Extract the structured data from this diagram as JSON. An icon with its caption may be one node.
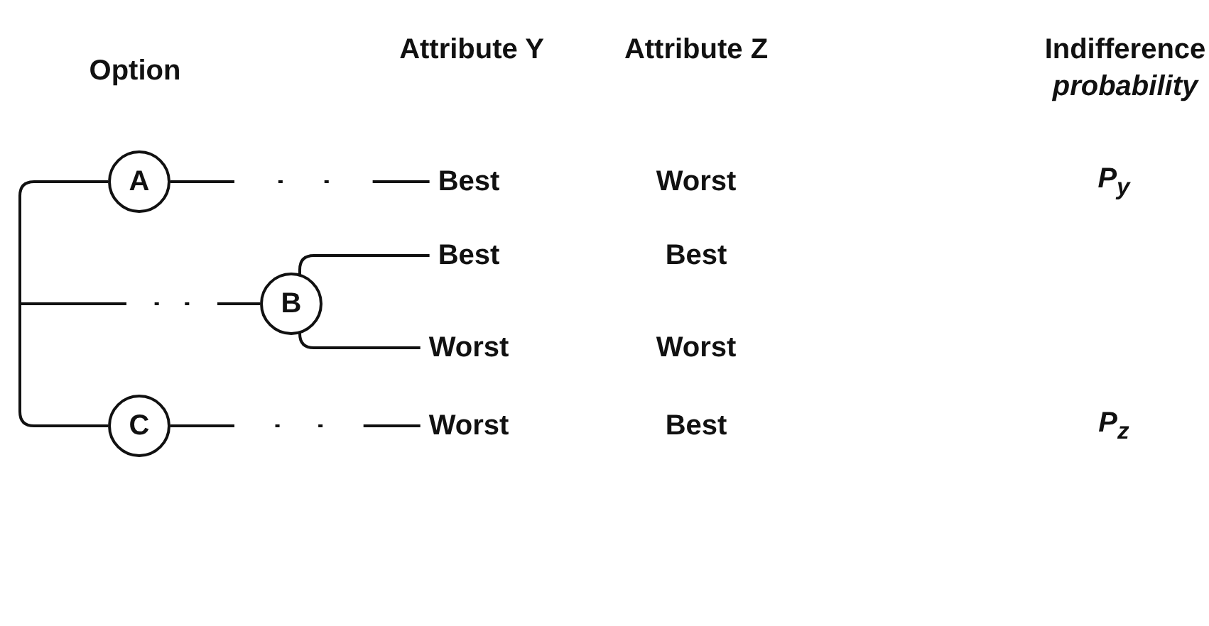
{
  "diagram": {
    "nodes": [
      {
        "text": [
          "A"
        ]
      },
      {
        "text": [
          "Best"
        ]
      },
      {
        "text": [
          "B"
        ]
      },
      {
        "text": [
          "Best"
        ]
      },
      {
        "text": [
          "Worst"
        ]
      },
      {
        "text": [
          "C"
        ]
      },
      {
        "text": [
          "Worst"
        ]
      }
    ],
    "edges": [
      {
        "from": null,
        "to": 0,
        "arrow": "none"
      },
      {
        "from": null,
        "to": 2,
        "arrow": "none",
        "style": "dashed"
      },
      {
        "from": null,
        "to": 5,
        "arrow": "none"
      },
      {
        "from": 0,
        "to": 1,
        "arrow": "none",
        "style": "dashed"
      },
      {
        "from": 2,
        "to": 3,
        "arrow": "none"
      },
      {
        "from": 2,
        "to": 4,
        "arrow": "none"
      },
      {
        "from": 5,
        "to": 6,
        "arrow": "none",
        "style": "dashed"
      }
    ],
    "labels": [
      "Option",
      "Attribute Y",
      "Attribute Z",
      "Indifference *probability*",
      "Worst",
      "P$_{y}$",
      "Best",
      "Worst",
      "Best",
      "P$_{z}$"
    ]
  }
}
